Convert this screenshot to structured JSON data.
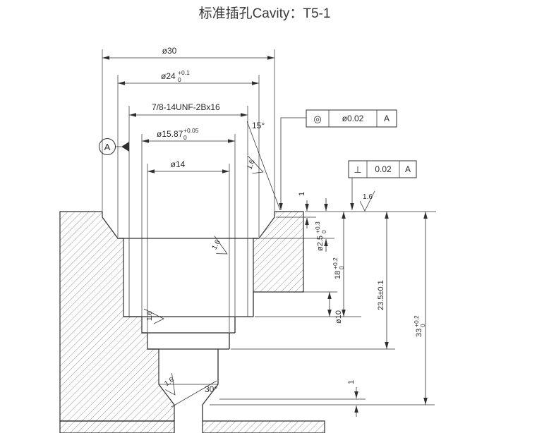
{
  "title": "标准插孔Cavity：T5-1",
  "drawing": {
    "dims": {
      "dia30": "ø30",
      "dia24": {
        "value": "ø24",
        "tol_up": "+0.1",
        "tol_dn": "0"
      },
      "thread": "7/8-14UNF-2Bx16",
      "dia15_87": {
        "value": "ø15.87",
        "tol_up": "+0.05",
        "tol_dn": "0"
      },
      "dia14": "ø14",
      "angle15": "15°",
      "angle30": "30°",
      "dia2_5": {
        "value": "ø2.5",
        "tol_up": "+0.3",
        "tol_dn": "0"
      },
      "depth18": {
        "value": "18",
        "tol_up": "+0.2",
        "tol_dn": "0"
      },
      "depth23_5": "23.5±0.1",
      "depth33": {
        "value": "33",
        "tol_up": "+0.2",
        "tol_dn": "0"
      },
      "dia10": "ø10",
      "step_top": "1",
      "step_bottom": "1"
    },
    "surface_finish": "1.6",
    "datum": "A",
    "fcf_runout": {
      "symbol": "◎",
      "tolerance": "ø0.02",
      "datum": "A"
    },
    "fcf_perpendicular": {
      "symbol": "⊥",
      "tolerance": "0.02",
      "datum": "A"
    }
  }
}
